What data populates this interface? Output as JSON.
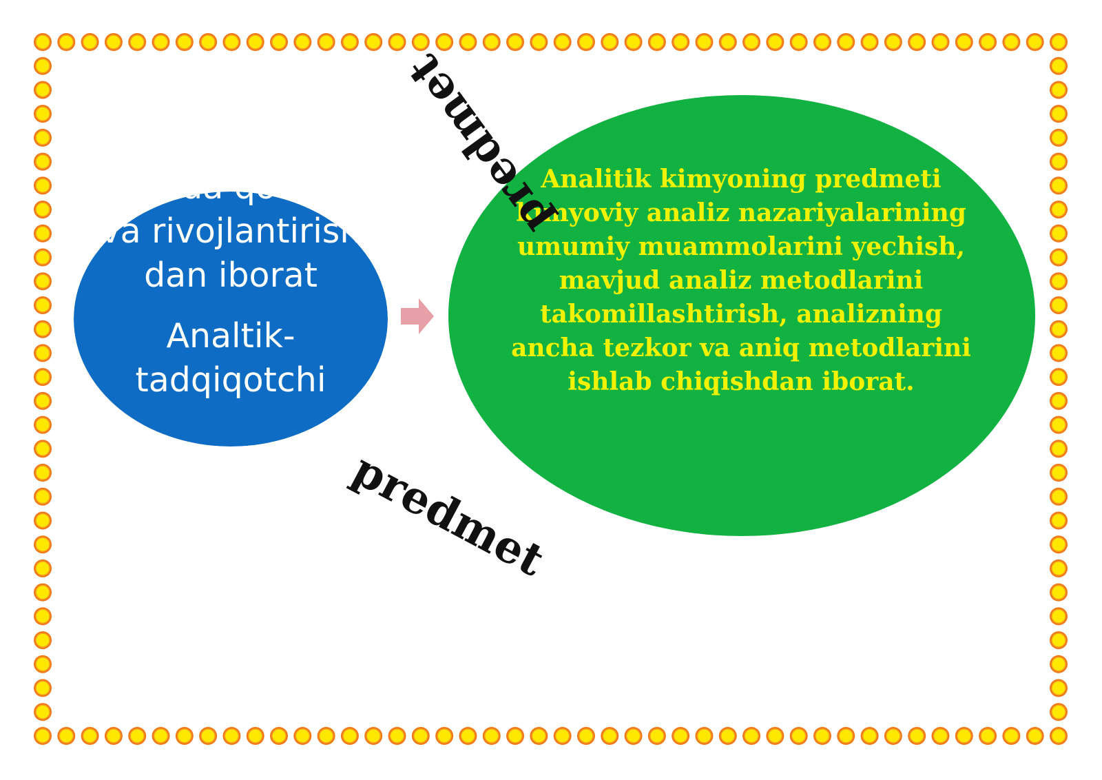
{
  "colors": {
    "blue_fill": "#0e6cc4",
    "green_fill": "#12b242",
    "green_text": "#f2f200",
    "arrow": "#e8a0a8",
    "border_outer": "#f07818",
    "border_inner": "#ffe800"
  },
  "left_shape": {
    "paragraphs": [
      "amalda qo'llash va rivojlantirish dan iborat",
      "Analtik-tadqiqotchi"
    ]
  },
  "right_shape": {
    "text": "Analitik kimyoning predmeti kimyoviy analiz nazariyalarining umumiy muammolarini yechish, mavjud analiz metodlarini takomillashtirish, analizning ancha tezkor va aniq metodlarini ishlab chiqishdan iborat."
  },
  "labels": {
    "top": "predmet",
    "bottom": "predmet"
  },
  "border": {
    "icon": "sun-flower-icon"
  }
}
